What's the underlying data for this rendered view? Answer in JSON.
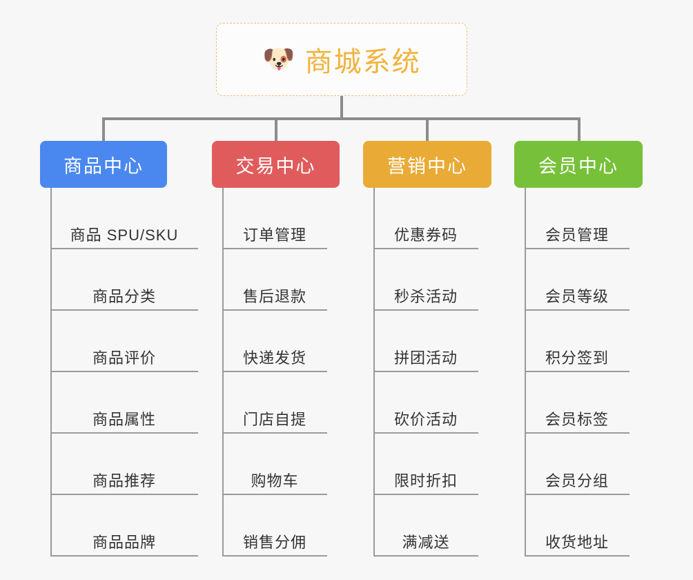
{
  "root": {
    "emoji": "🐶",
    "emoji_name": "shiba-dog-face",
    "title": "商城系统"
  },
  "colors": {
    "background": "#f7f7f7",
    "root_border": "#f0c070",
    "root_text": "#f2b33d",
    "connector": "#8c8c8c",
    "leaf_line": "#9a9a9a",
    "leaf_text": "#333333",
    "branch_blue": "#4a88ef",
    "branch_red": "#e05c5c",
    "branch_orange": "#e9ab36",
    "branch_green": "#77c13a"
  },
  "branches": [
    {
      "label": "商品中心",
      "color": "#4a88ef",
      "items": [
        {
          "label": "商品 SPU/SKU"
        },
        {
          "label": "商品分类"
        },
        {
          "label": "商品评价"
        },
        {
          "label": "商品属性"
        },
        {
          "label": "商品推荐"
        },
        {
          "label": "商品品牌"
        }
      ]
    },
    {
      "label": "交易中心",
      "color": "#e05c5c",
      "items": [
        {
          "label": "订单管理"
        },
        {
          "label": "售后退款"
        },
        {
          "label": "快递发货"
        },
        {
          "label": "门店自提"
        },
        {
          "label": "购物车"
        },
        {
          "label": "销售分佣"
        }
      ]
    },
    {
      "label": "营销中心",
      "color": "#e9ab36",
      "items": [
        {
          "label": "优惠券码"
        },
        {
          "label": "秒杀活动"
        },
        {
          "label": "拼团活动"
        },
        {
          "label": "砍价活动"
        },
        {
          "label": "限时折扣"
        },
        {
          "label": "满减送"
        }
      ]
    },
    {
      "label": "会员中心",
      "color": "#77c13a",
      "items": [
        {
          "label": "会员管理"
        },
        {
          "label": "会员等级"
        },
        {
          "label": "积分签到"
        },
        {
          "label": "会员标签"
        },
        {
          "label": "会员分组"
        },
        {
          "label": "收货地址"
        }
      ]
    }
  ]
}
